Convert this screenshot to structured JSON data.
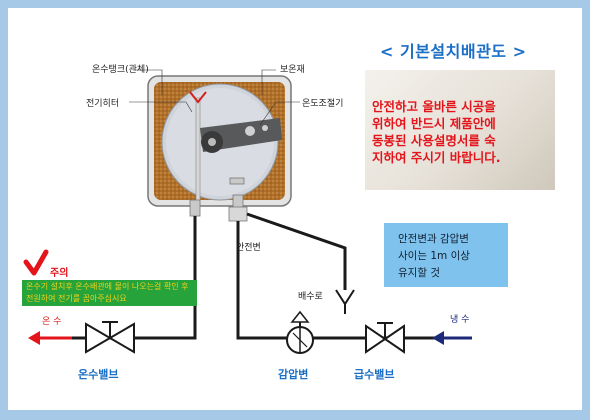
{
  "title": "< 기본설치배관도 >",
  "warning_lines": [
    "안전하고 올바른 시공을",
    "위하여 반드시 제품안에",
    "동봉된 사용설명서를 숙",
    "지하여 주시기 바랍니다."
  ],
  "labels": {
    "tank": "온수탱크(관체)",
    "insulation": "보온재",
    "heater": "전기히터",
    "thermostat": "온도조절기",
    "safety_valve": "안전변",
    "drain": "배수로",
    "hot_water": "온 수",
    "cold_water": "냉 수",
    "hot_valve": "온수밸브",
    "pressure_valve": "감압변",
    "supply_valve": "급수밸브"
  },
  "safety_note": [
    "안전변과 감압변",
    "사이는 1m 이상",
    "유지할 것"
  ],
  "caution": {
    "label": "주의",
    "text": "온수기 설치후 온수배관에 물이 나오는걸 확인 후 전원하여 전기를 꼽아주십시요"
  },
  "colors": {
    "accent_blue": "#1c6fc4",
    "warning_red": "#e4141b",
    "caution_green": "#26a33a",
    "caution_yellow": "#f2d21a",
    "insulation_brown": "#b0702a"
  }
}
